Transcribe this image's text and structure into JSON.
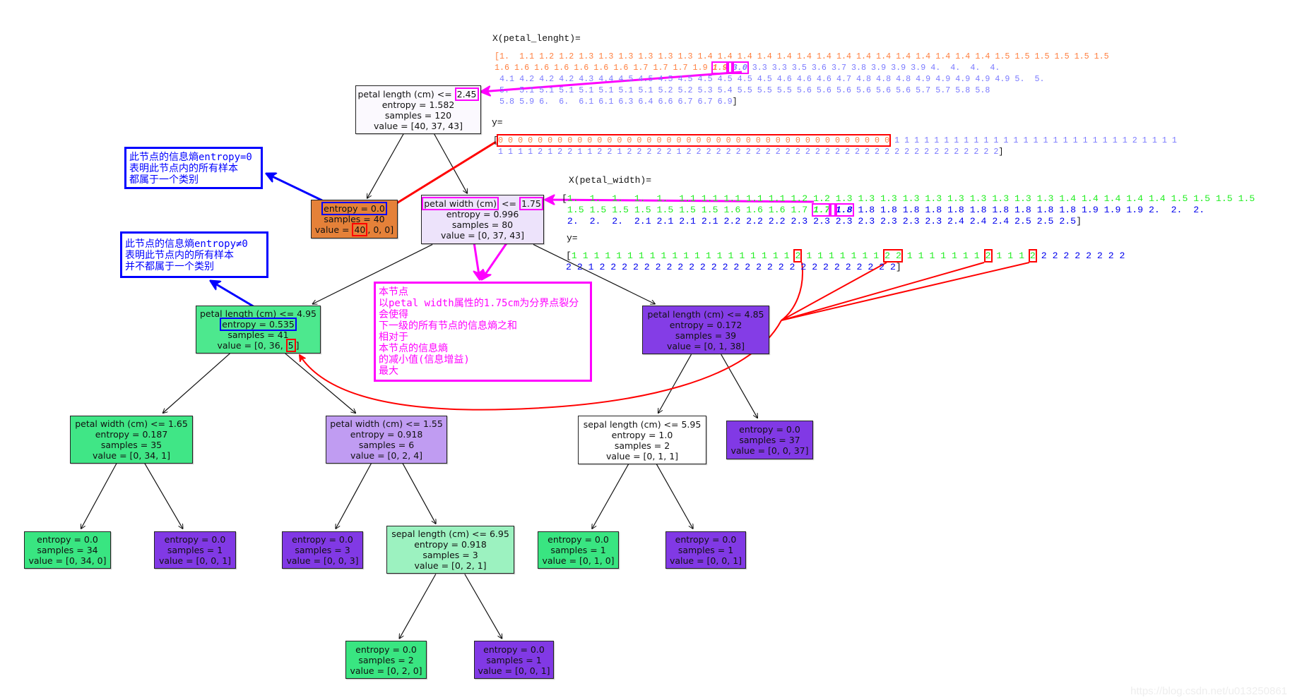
{
  "colors": {
    "orange": "#ff7f3f",
    "lightblue": "#7b7bff",
    "green": "#22ee22",
    "blue": "#0000ee",
    "black": "#111111"
  },
  "tree": {
    "nodes": [
      {
        "id": "root",
        "fill": "#fbf9fe",
        "lines": [
          [
            {
              "t": "petal length (cm) <= "
            },
            {
              "t": "2.45",
              "hl": "magenta"
            }
          ],
          "entropy = 1.582",
          "samples = 120",
          "value = [40, 37, 43]"
        ]
      },
      {
        "id": "leaf-setosa",
        "fill": "#e58139",
        "lines": [
          [
            {
              "t": "entropy = 0.0",
              "hl": "blue"
            }
          ],
          "samples = 40",
          [
            {
              "t": "value = "
            },
            {
              "t": "40",
              "hl": "red"
            },
            {
              "t": ", 0, 0]"
            }
          ]
        ]
      },
      {
        "id": "petal-width-1.75",
        "fill": "#ede3fb",
        "lines": [
          [
            {
              "t": "petal width (cm)",
              "hl": "magenta"
            },
            {
              "t": " <= "
            },
            {
              "t": "1.75",
              "hl": "magenta"
            }
          ],
          "entropy = 0.996",
          "samples = 80",
          "value = [0, 37, 43]"
        ]
      },
      {
        "id": "petal-length-4.95",
        "fill": "#4de88e",
        "lines": [
          "petal length (cm) <= 4.95",
          [
            {
              "t": "entropy = 0.535",
              "hl": "blue"
            }
          ],
          "samples = 41",
          [
            {
              "t": "value = [0, 36, "
            },
            {
              "t": "5",
              "hl": "red"
            },
            {
              "t": "]"
            }
          ]
        ]
      },
      {
        "id": "petal-length-4.85",
        "fill": "#843de6",
        "lines": [
          "petal length (cm) <= 4.85",
          "entropy = 0.172",
          "samples = 39",
          "value = [0, 1, 38]"
        ]
      },
      {
        "id": "petal-width-1.65",
        "fill": "#40e686",
        "lines": [
          "petal width (cm) <= 1.65",
          "entropy = 0.187",
          "samples = 35",
          "value = [0, 34, 1]"
        ]
      },
      {
        "id": "petal-width-1.55",
        "fill": "#c09cf2",
        "lines": [
          "petal width (cm) <= 1.55",
          "entropy = 0.918",
          "samples = 6",
          "value = [0, 2, 4]"
        ]
      },
      {
        "id": "sepal-length-5.95",
        "fill": "#ffffff",
        "lines": [
          "sepal length (cm) <= 5.95",
          "entropy = 1.0",
          "samples = 2",
          "value = [0, 1, 1]"
        ]
      },
      {
        "id": "leaf-37",
        "fill": "#8139e5",
        "lines": [
          "entropy = 0.0",
          "samples = 37",
          "value = [0, 0, 37]"
        ]
      },
      {
        "id": "leaf-34",
        "fill": "#39e581",
        "lines": [
          "entropy = 0.0",
          "samples = 34",
          "value = [0, 34, 0]"
        ]
      },
      {
        "id": "leaf-001-a",
        "fill": "#8139e5",
        "lines": [
          "entropy = 0.0",
          "samples = 1",
          "value = [0, 0, 1]"
        ]
      },
      {
        "id": "leaf-3",
        "fill": "#8139e5",
        "lines": [
          "entropy = 0.0",
          "samples = 3",
          "value = [0, 0, 3]"
        ]
      },
      {
        "id": "sepal-length-6.95",
        "fill": "#9cf2c0",
        "lines": [
          "sepal length (cm) <= 6.95",
          "entropy = 0.918",
          "samples = 3",
          "value = [0, 2, 1]"
        ]
      },
      {
        "id": "leaf-010",
        "fill": "#39e581",
        "lines": [
          "entropy = 0.0",
          "samples = 1",
          "value = [0, 1, 0]"
        ]
      },
      {
        "id": "leaf-001-b",
        "fill": "#8139e5",
        "lines": [
          "entropy = 0.0",
          "samples = 1",
          "value = [0, 0, 1]"
        ]
      },
      {
        "id": "leaf-020",
        "fill": "#39e581",
        "lines": [
          "entropy = 0.0",
          "samples = 2",
          "value = [0, 2, 0]"
        ]
      },
      {
        "id": "leaf-001-c",
        "fill": "#8139e5",
        "lines": [
          "entropy = 0.0",
          "samples = 1",
          "value = [0, 0, 1]"
        ]
      }
    ]
  },
  "petal_length": {
    "label": "X(petal_lenght)=",
    "rows": [
      [
        {
          "t": "[1.  1.1 1.2 1.2 1.3 1.3 1.3 1.3 1.3 1.3 1.4 1.4 1.4 1.4 1.4 1.4 1.4 1.4 1.4 1.4 1.4 1.4 1.4 1.4 1.4 1.5 1.5 1.5 1.5 1.5 1.5",
          "c": "orange"
        }
      ],
      [
        {
          "t": "1.6 1.6 1.6 1.6 1.6 1.6 1.6 1.7 1.7 1.7 1.9 ",
          "c": "orange"
        },
        {
          "t": "1.9",
          "c": "orange",
          "box": "m"
        },
        {
          "t": " ",
          "c": "orange",
          "box": "m"
        },
        {
          "t": "3.0",
          "c": "lightblue",
          "box": "m"
        },
        {
          "t": " 3.3 3.3 3.5 3.6 3.7 3.8 3.9 3.9 3.9 4.  4.  4.  4.",
          "c": "lightblue"
        }
      ],
      [
        {
          "t": " 4.1 4.2 4.2 4.2 4.3 4.4 4.5 4.5 4.5 4.5 4.5 4.5 4.5 4.5 4.6 4.6 4.6 4.7 4.8 4.8 4.8 4.9 4.9 4.9 4.9 4.9 5.  5.",
          "c": "lightblue"
        }
      ],
      [
        {
          "t": " 5.  5.1 5.1 5.1 5.1 5.1 5.1 5.1 5.2 5.2 5.3 5.4 5.5 5.5 5.5 5.6 5.6 5.6 5.6 5.6 5.6 5.7 5.7 5.8 5.8",
          "c": "lightblue"
        }
      ],
      [
        {
          "t": " 5.8 5.9 6.  6.  6.1 6.1 6.3 6.4 6.6 6.7 6.7 6.9",
          "c": "lightblue"
        },
        {
          "t": "]",
          "c": "black"
        }
      ]
    ],
    "y_label": "y=",
    "y_rows": [
      [
        {
          "t": "[",
          "c": "black"
        },
        {
          "t": "0 0 0 0 0 0 0 0 0 0 0 0 0 0 0 0 0 0 0 0 0 0 0 0 0 0 0 0 0 0 0 0 0 0 0 0 0 0 0 0",
          "c": "orange",
          "box": "r"
        },
        {
          "t": " 1 1 1 1 1 1 1 1 1 1 1 1 1 1 1 1 1 1 1 1 1 1 1 1 2 1 1 1 1",
          "c": "lightblue"
        }
      ],
      [
        {
          "t": " 1 1 1 1 2 1 2 2 1 1 2 2 1 2 2 2 2 2 1 2 2 2 2 2 2 2 2 2 2 2 2 2 2 2 2 2 2 2 2 2 2 2 2 2 2 2 2 2 2 2 2",
          "c": "lightblue"
        },
        {
          "t": "]",
          "c": "black"
        }
      ]
    ]
  },
  "petal_width": {
    "label": "X(petal_width)=",
    "rows": [
      [
        {
          "t": "[",
          "c": "black"
        },
        {
          "t": "1.  1.  1.  1.  1.  1.1 1.1 1.1 1.1 1.1 1.2 1.2 1.3 1.3 1.3 1.3 1.3 1.3 1.3 1.3 1.3 1.3 1.4 1.4 1.4 1.4 1.4 1.5 1.5 1.5 1.5",
          "c": "green"
        }
      ],
      [
        {
          "t": " 1.5 1.5 1.5 1.5 1.5 1.5 1.5 1.6 1.6 1.6 1.7 ",
          "c": "green"
        },
        {
          "t": "1.7",
          "c": "green",
          "box": "m"
        },
        {
          "t": " ",
          "c": "green",
          "box": "m"
        },
        {
          "t": "1.8",
          "c": "blue",
          "box": "m"
        },
        {
          "t": " 1.8 1.8 1.8 1.8 1.8 1.8 1.8 1.8 1.8 1.8 1.9 1.9 1.9 2.  2.  2.",
          "c": "blue"
        }
      ],
      [
        {
          "t": " 2.  2.  2.  2.1 2.1 2.1 2.1 2.2 2.2 2.2 2.3 2.3 2.3 2.3 2.3 2.3 2.3 2.4 2.4 2.4 2.5 2.5 2.5",
          "c": "blue"
        },
        {
          "t": "]",
          "c": "black"
        }
      ]
    ],
    "y_label": "y=",
    "y_rows": [
      [
        {
          "t": "[",
          "c": "black"
        },
        {
          "t": "1 1 1 1 1 1 1 1 1 1 1 1 1 1 1 1 1 1 1 1 ",
          "c": "green"
        },
        {
          "t": "2",
          "c": "green",
          "box": "r"
        },
        {
          "t": " 1 1 1 1 1 1 1 ",
          "c": "green"
        },
        {
          "t": "2 2",
          "c": "green",
          "box": "r"
        },
        {
          "t": " 1 1 1 1 1 1 1 ",
          "c": "green"
        },
        {
          "t": "2",
          "c": "green",
          "box": "r"
        },
        {
          "t": " 1 1 1 ",
          "c": "green"
        },
        {
          "t": "2",
          "c": "green",
          "box": "r"
        },
        {
          "t": " 2 2 2 2 2 2 2 2",
          "c": "blue"
        }
      ],
      [
        {
          "t": "2 2 1 2 2 2 2 2 2 2 2 2 2 2 2 2 2 2 2 2 2 2 2 2 2 2 2 2 2 2",
          "c": "blue"
        },
        {
          "t": "]",
          "c": "black"
        }
      ]
    ]
  },
  "notes": {
    "entropy_zero": [
      "此节点的信息熵entropy=0",
      "表明此节点内的所有样本",
      "都属于一个类别"
    ],
    "entropy_nonzero": [
      "此节点的信息熵entropy≠0",
      "表明此节点内的所有样本",
      "并不都属于一个类别"
    ],
    "info_gain": [
      "本节点",
      "以petal width属性的1.75cm为分界点裂分",
      "会使得",
      "下一级的所有节点的信息熵之和",
      "相对于",
      "本节点的信息熵",
      "的减小值(信息增益)",
      "最大"
    ]
  },
  "watermark": "https://blog.csdn.net/u013250861"
}
